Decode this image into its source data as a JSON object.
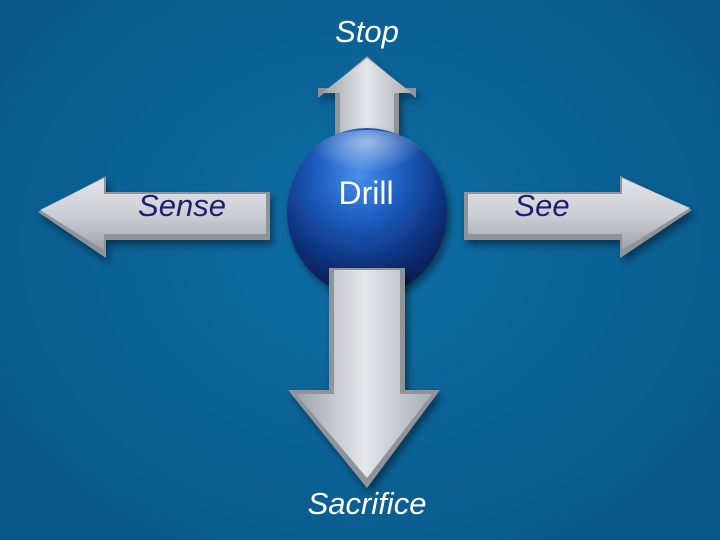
{
  "diagram": {
    "center": "Drill",
    "up": "Stop",
    "down": "Sacrifice",
    "left": "Sense",
    "right": "See"
  },
  "colors": {
    "background": "#0b6295",
    "arrow": "#c8ccd2",
    "sphere": "#1c5fbd",
    "dark_label": "#241c6e",
    "light_label": "#ffffff"
  }
}
